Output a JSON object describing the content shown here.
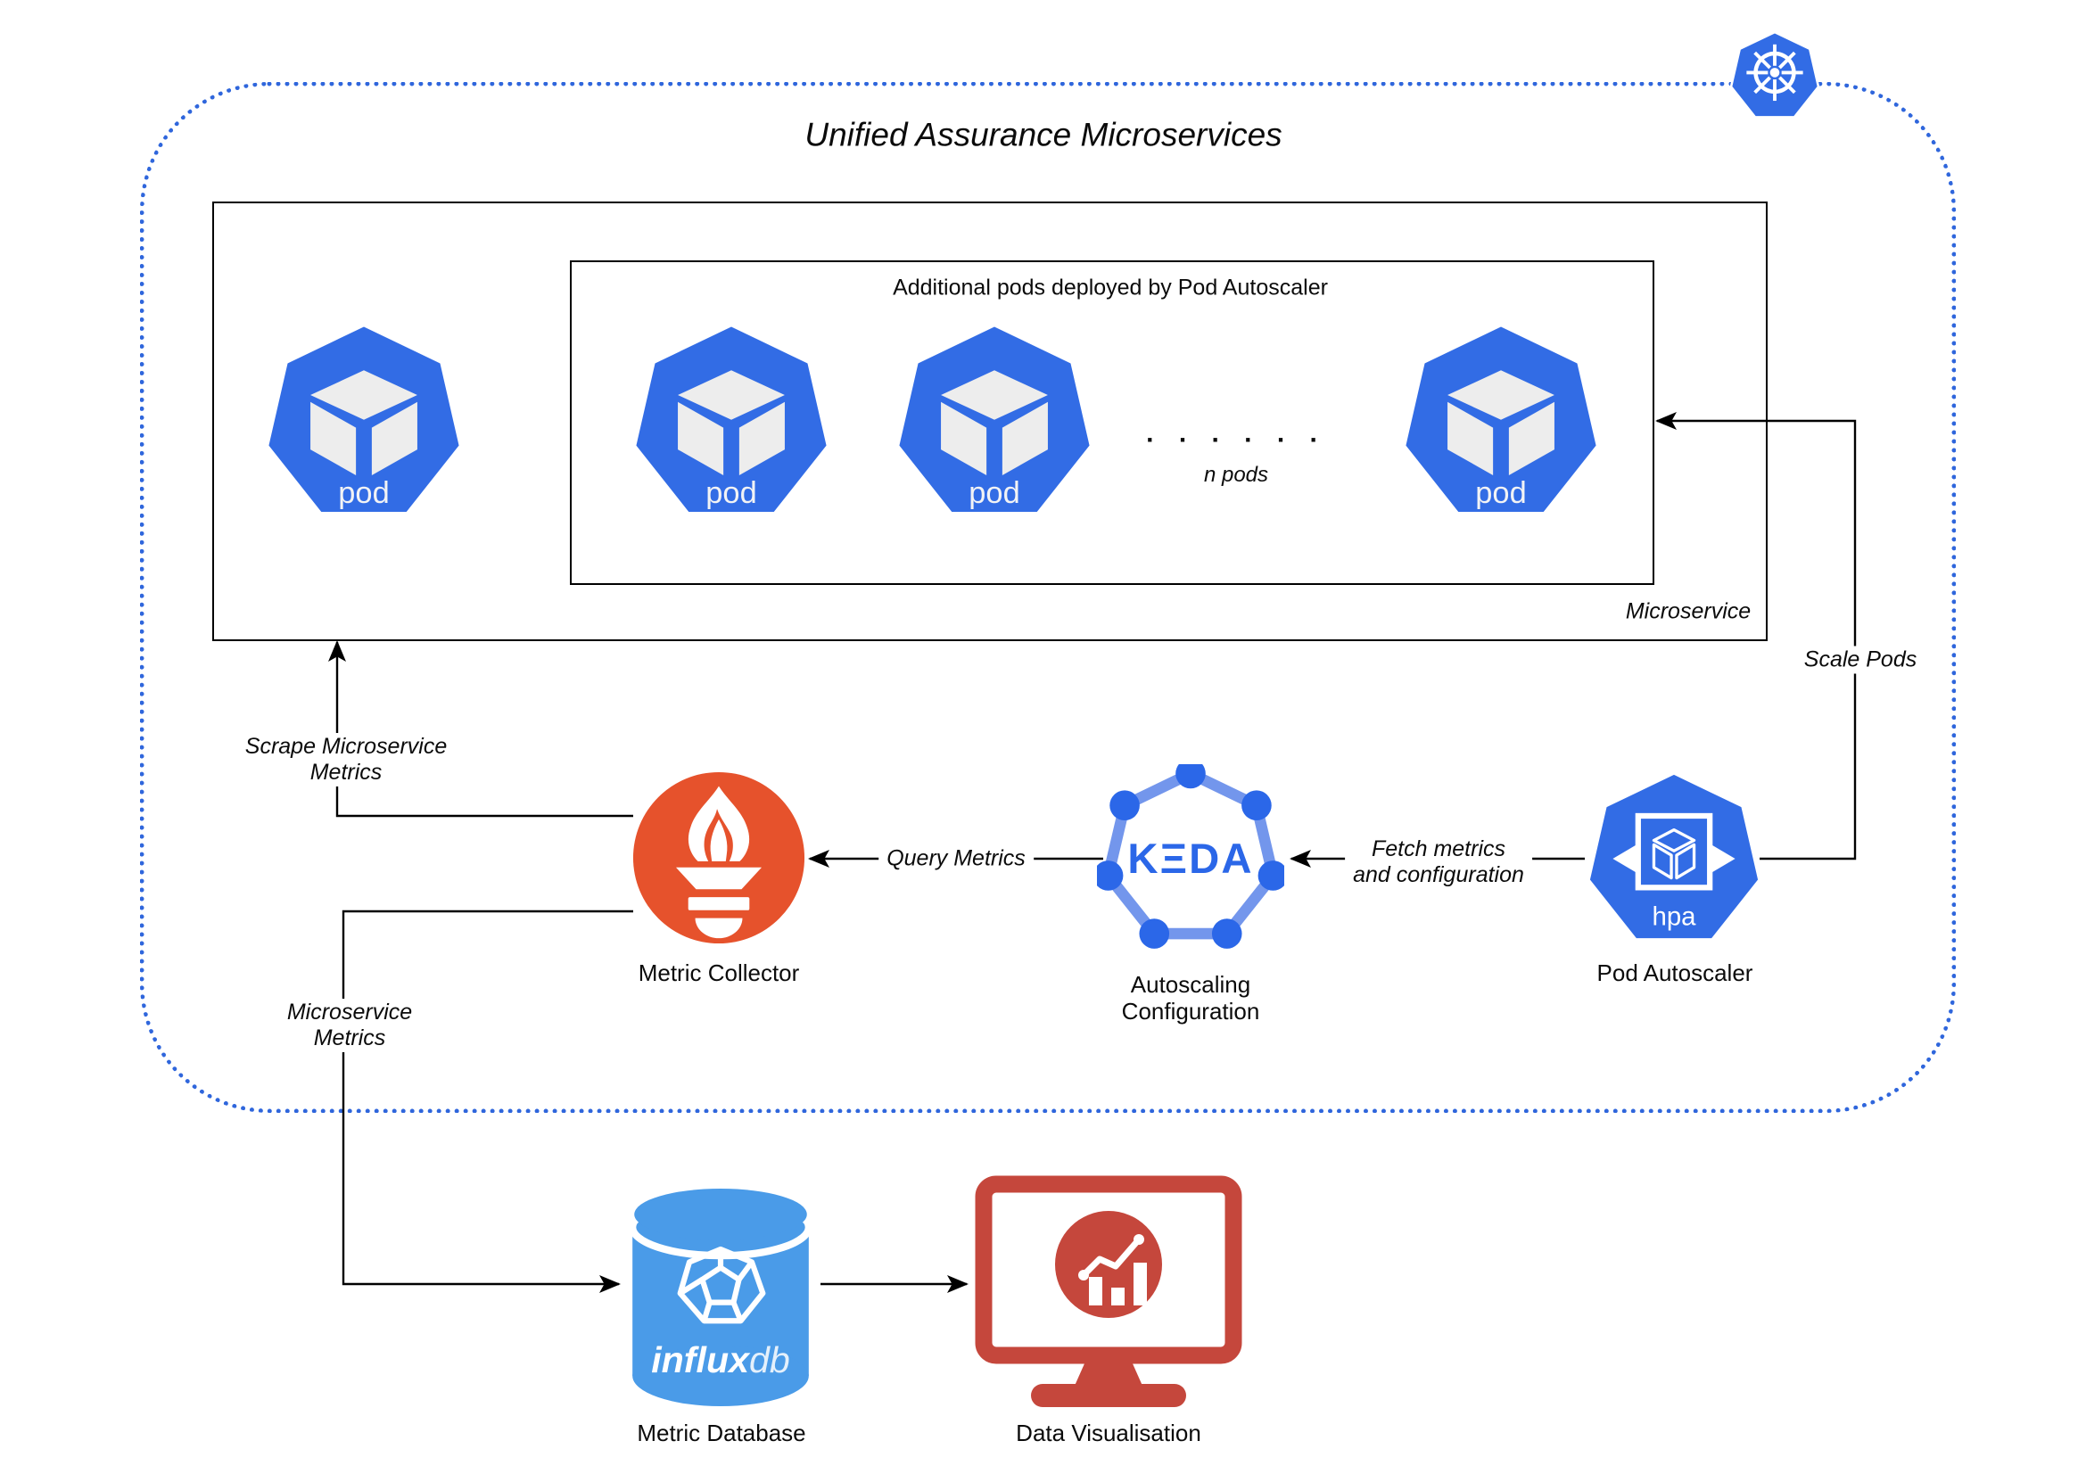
{
  "title": "Unified Assurance Microservices",
  "colors": {
    "k8s_blue": "#326CE5",
    "keda_blue": "#2B67E8",
    "keda_edge": "#7396EC",
    "prometheus_orange": "#E6522C",
    "influx_blue": "#4A9BE8",
    "monitor_red": "#C5473C",
    "dotted_border_blue": "#2F66DC"
  },
  "boxes": {
    "microservice_label": "Microservice",
    "additional_pods_label": "Additional pods deployed by Pod Autoscaler"
  },
  "pods": {
    "labels": [
      "pod",
      "pod",
      "pod",
      "pod"
    ],
    "dots": ". . . . . .",
    "n_pods_label": "n pods"
  },
  "nodes": {
    "metric_collector": "Metric Collector",
    "autoscaling_lines": [
      "Autoscaling",
      "Configuration"
    ],
    "pod_autoscaler": "Pod Autoscaler",
    "hpa_text": "hpa",
    "keda_text": "KΞDA",
    "metric_database": "Metric Database",
    "influx_bold": "influx",
    "influx_light": "db",
    "data_visualisation": "Data Visualisation"
  },
  "edges": {
    "scrape_lines": [
      "Scrape Microservice",
      "Metrics"
    ],
    "microservice_metrics_lines": [
      "Microservice",
      "Metrics"
    ],
    "query": "Query Metrics",
    "fetch_lines": [
      "Fetch metrics",
      "and configuration"
    ],
    "scale": "Scale Pods"
  }
}
